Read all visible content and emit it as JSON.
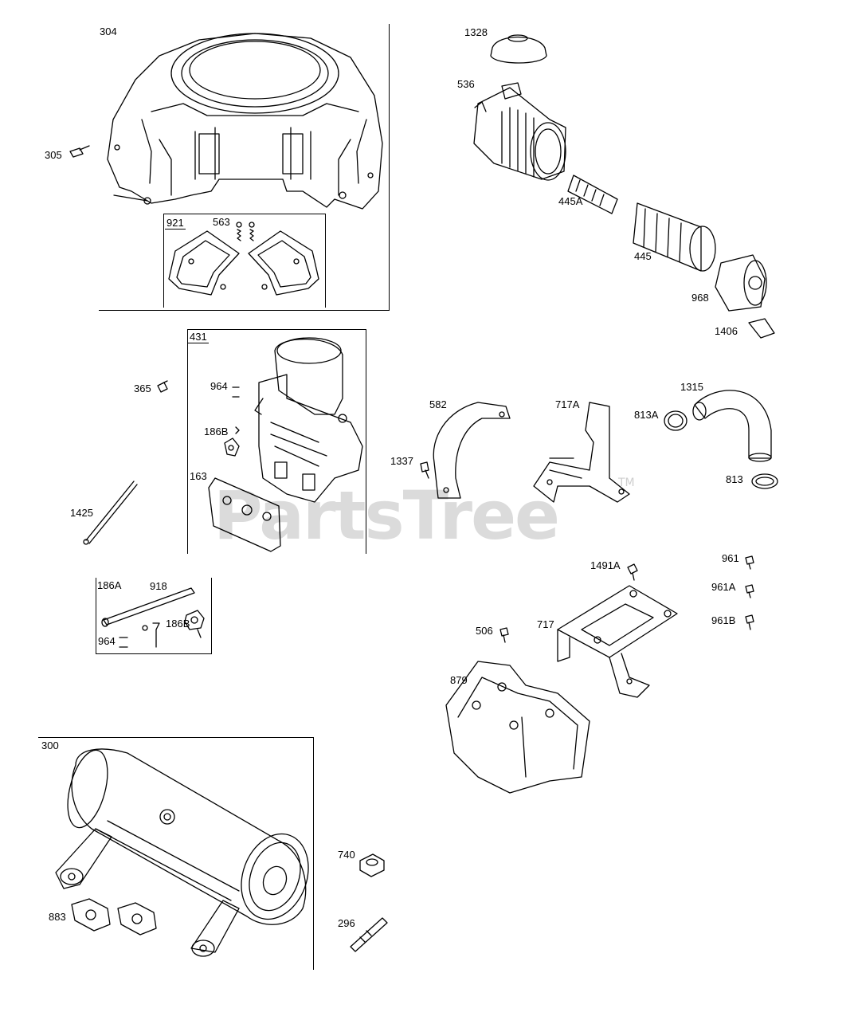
{
  "watermark": {
    "text": "PartsTree",
    "tm": "TM"
  },
  "frames": {
    "f304": "304",
    "f921": "921",
    "f431": "431",
    "f186A": "186A",
    "f300": "300"
  },
  "labels": {
    "l305": "305",
    "l563": "563",
    "l1328": "1328",
    "l536": "536",
    "l445A": "445A",
    "l445": "445",
    "l968": "968",
    "l1406": "1406",
    "l365": "365",
    "l964a": "964",
    "l186Ba": "186B",
    "l163": "163",
    "l582": "582",
    "l717A": "717A",
    "l1315": "1315",
    "l813A": "813A",
    "l1337": "1337",
    "l813": "813",
    "l1425": "1425",
    "l918": "918",
    "l186Bb": "186B",
    "l964b": "964",
    "l961": "961",
    "l1491A": "1491A",
    "l961A": "961A",
    "l961B": "961B",
    "l717": "717",
    "l506": "506",
    "l879": "879",
    "l740": "740",
    "l883": "883",
    "l296": "296"
  }
}
